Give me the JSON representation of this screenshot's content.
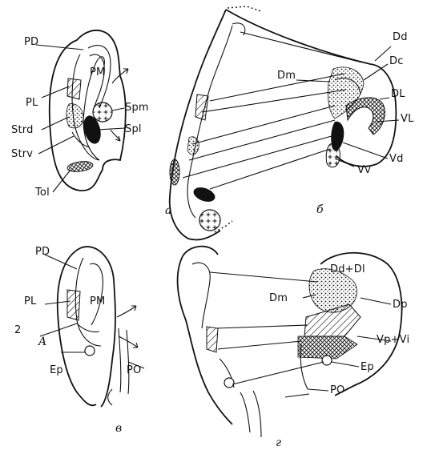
{
  "panel_a": {
    "labels": {
      "pd": "PD",
      "pm": "PM",
      "pl": "PL",
      "spm": "Spm",
      "strd": "Strd",
      "spl": "Spl",
      "strv": "Strv",
      "tol": "Tol"
    },
    "letter": "а"
  },
  "panel_b": {
    "labels": {
      "dd": "Dd",
      "dm": "Dm",
      "dc": "Dc",
      "dl": "DL",
      "vl": "VL",
      "vd": "Vd",
      "vv": "Vv"
    },
    "letter": "б"
  },
  "panel_v": {
    "labels": {
      "pd": "PD",
      "pl": "PL",
      "pm": "PM",
      "a": "A",
      "ep": "Ep",
      "po": "PO"
    },
    "number": "2",
    "letter": "в"
  },
  "panel_g": {
    "labels": {
      "ddl": "Dd+Dl",
      "dm": "Dm",
      "dp": "Dp",
      "vpvi": "Vp+Vi",
      "ep": "Ep",
      "po": "PO"
    },
    "letter": "г"
  }
}
